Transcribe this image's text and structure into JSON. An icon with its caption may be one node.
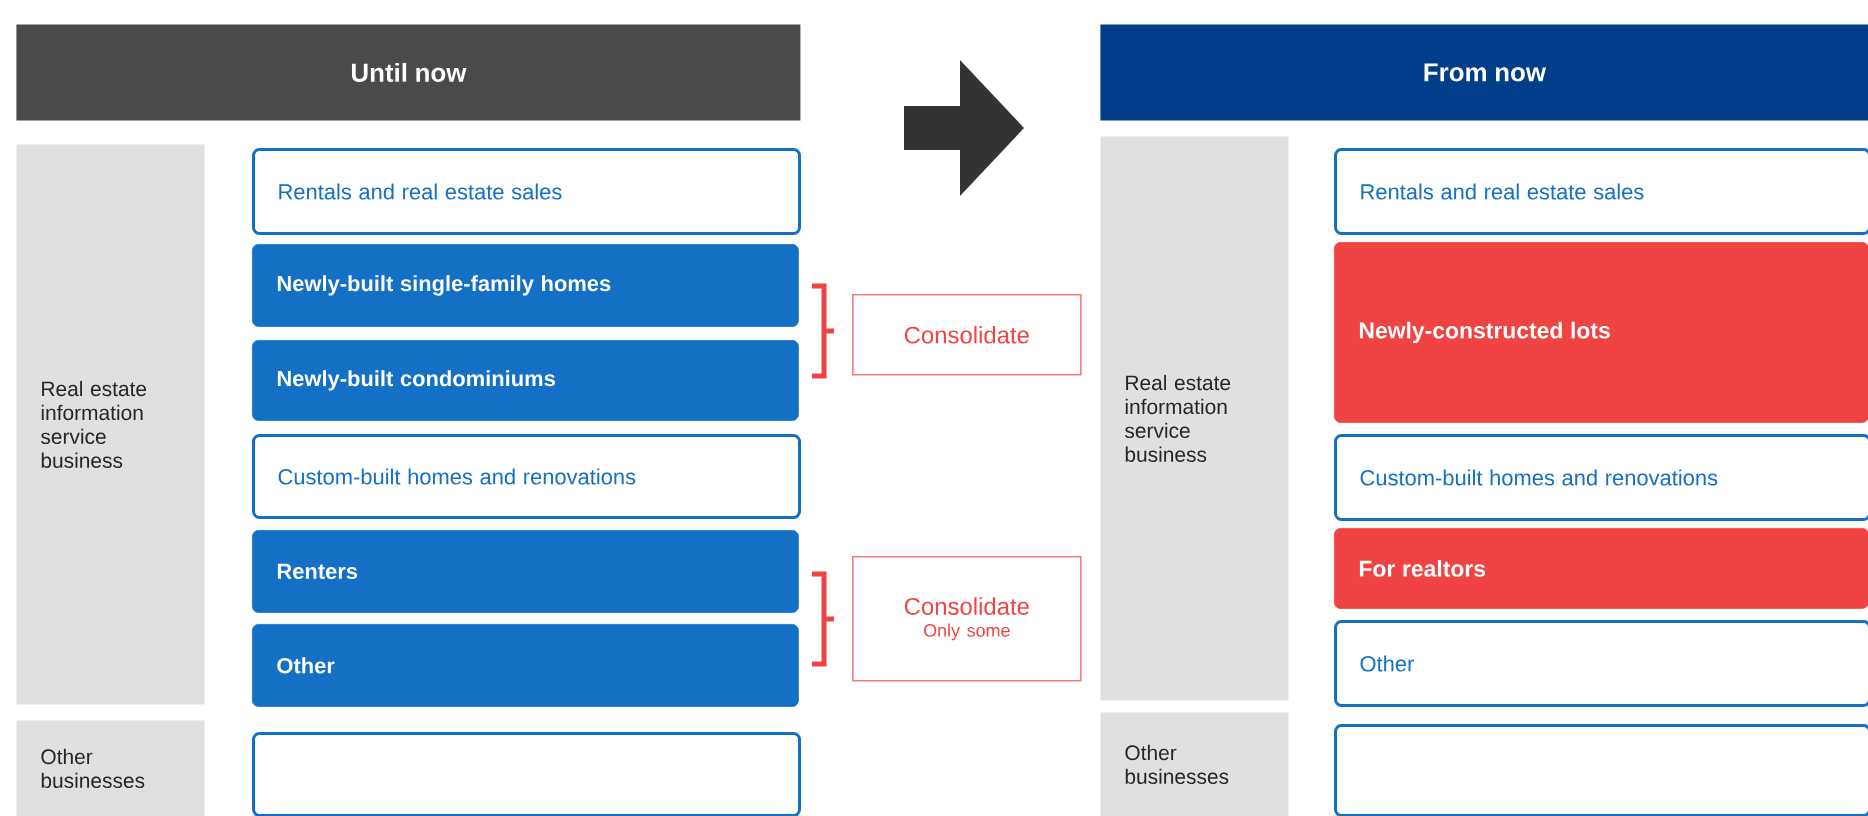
{
  "diagram": {
    "nodes": [
      {
        "text": [
          "Until now"
        ]
      },
      {
        "text": [
          "Real estate information service business"
        ]
      },
      {
        "text": [
          "Rentals and real estate sales"
        ]
      },
      {
        "text": [
          "Newly-built single-family homes"
        ]
      },
      {
        "text": [
          "Newly-built condominiums"
        ]
      },
      {
        "text": [
          "Custom-built homes and renovations"
        ]
      },
      {
        "text": [
          "Renters"
        ]
      },
      {
        "text": [
          "Other"
        ]
      },
      {
        "text": [
          "Consolidate"
        ]
      },
      {
        "text": [
          "Consolidate",
          "Only some"
        ]
      },
      {
        "text": [
          "Other businesses"
        ]
      },
      {
        "text": [],
        "shape": "box"
      },
      {
        "text": [
          "From now"
        ]
      },
      {
        "text": [
          "Real estate information service business"
        ]
      },
      {
        "text": [
          "Rentals and real estate sales"
        ]
      },
      {
        "text": [
          "Newly-constructed lots"
        ]
      },
      {
        "text": [
          "Custom-built homes and renovations"
        ]
      },
      {
        "text": [
          "For realtors"
        ]
      },
      {
        "text": [
          "Other"
        ]
      },
      {
        "text": [
          "Other businesses"
        ]
      },
      {
        "text": [],
        "shape": "box"
      }
    ]
  }
}
